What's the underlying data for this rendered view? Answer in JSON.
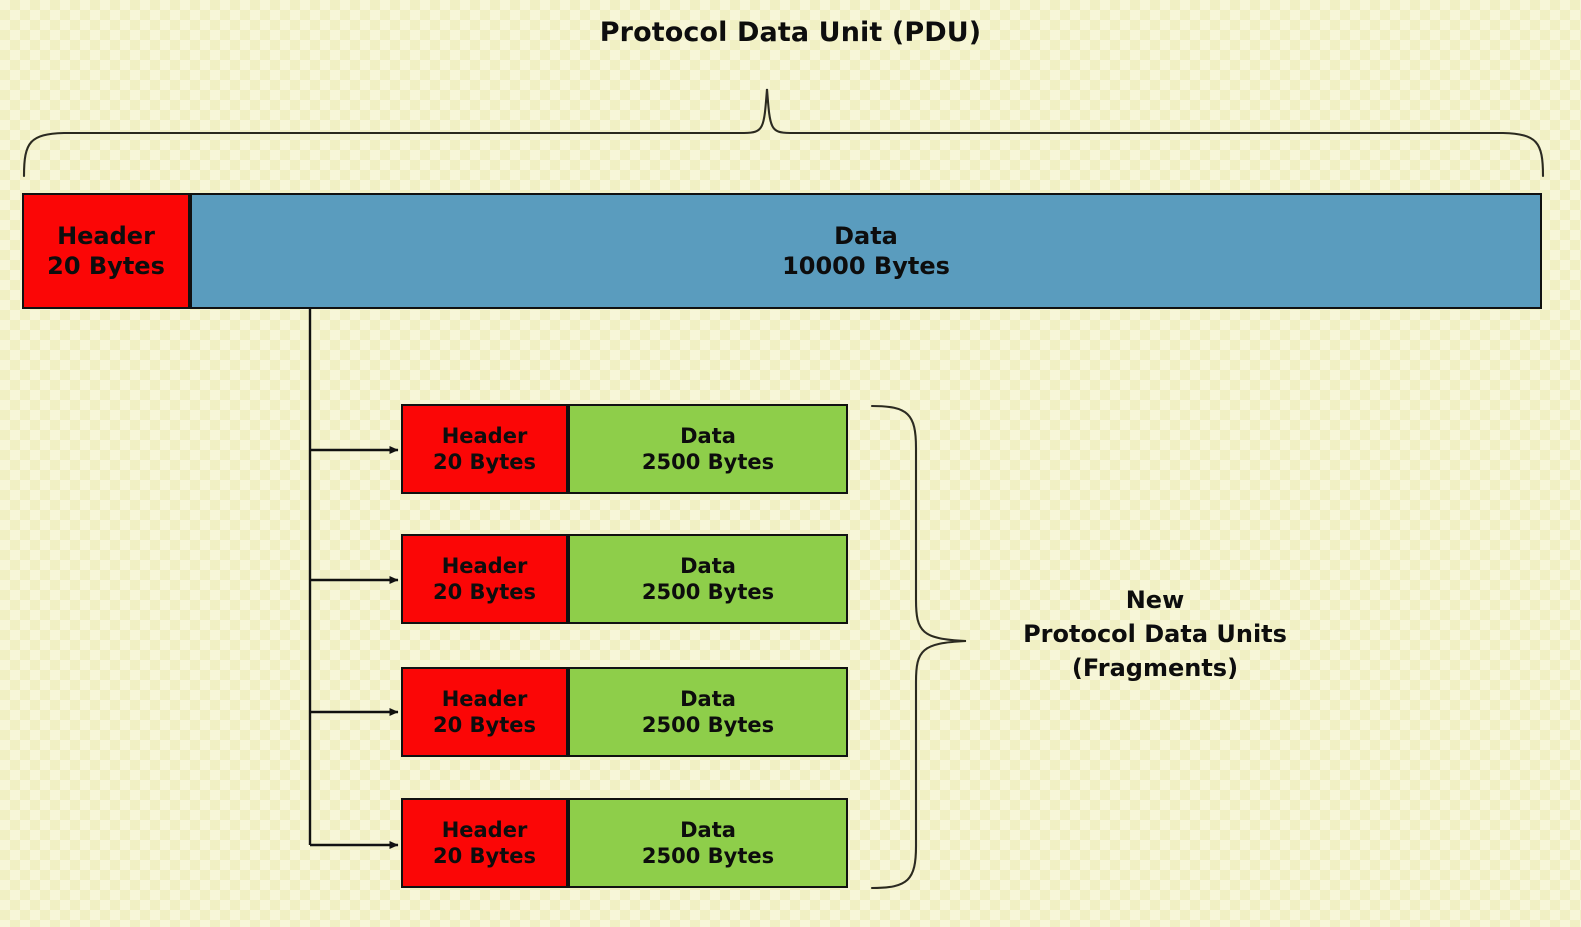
{
  "title": "Protocol Data Unit (PDU)",
  "pdu": {
    "header": {
      "name": "Header",
      "size": "20 Bytes"
    },
    "data": {
      "name": "Data",
      "size": "10000 Bytes"
    }
  },
  "fragments": [
    {
      "header_name": "Header",
      "header_size": "20 Bytes",
      "data_name": "Data",
      "data_size": "2500 Bytes"
    },
    {
      "header_name": "Header",
      "header_size": "20 Bytes",
      "data_name": "Data",
      "data_size": "2500 Bytes"
    },
    {
      "header_name": "Header",
      "header_size": "20 Bytes",
      "data_name": "Data",
      "data_size": "2500 Bytes"
    },
    {
      "header_name": "Header",
      "header_size": "20 Bytes",
      "data_name": "Data",
      "data_size": "2500 Bytes"
    }
  ],
  "fragments_caption": {
    "line1": "New",
    "line2": "Protocol Data Units",
    "line3": "(Fragments)"
  },
  "colors": {
    "background": "#f7f6d8",
    "background_alt": "#f1f0c4",
    "header_fill": "#fb0606",
    "pdu_data_fill": "#5a9cbe",
    "fragment_data_fill": "#8ece4a",
    "stroke": "#111111",
    "text": "#0d0d0d"
  }
}
